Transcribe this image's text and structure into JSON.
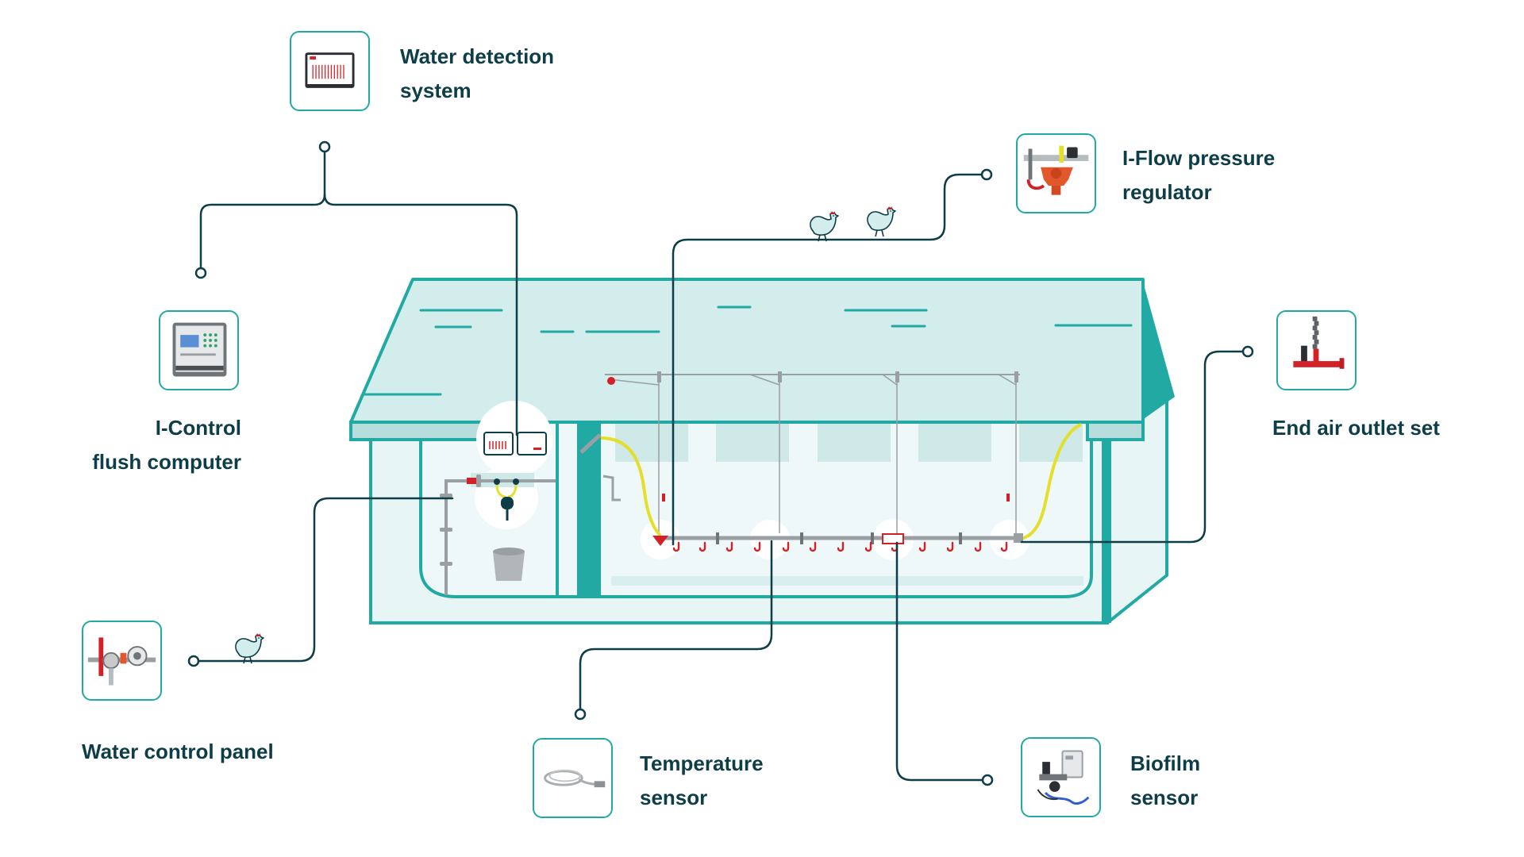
{
  "colors": {
    "teal": "#21a9a3",
    "teal_light": "#d3ecec",
    "teal_fill": "#e8f5f5",
    "navy": "#0d3d47",
    "pipe_yellow": "#e3df2a",
    "pipe_red": "#d42027",
    "pipe_grey": "#9a9fa3"
  },
  "components": [
    {
      "id": "water-detection",
      "icon": "water-detection-screen-icon",
      "lines": [
        "Water detection",
        "system"
      ]
    },
    {
      "id": "i-flow",
      "icon": "pressure-regulator-icon",
      "lines": [
        "I-Flow pressure",
        "regulator"
      ]
    },
    {
      "id": "i-control",
      "icon": "control-computer-icon",
      "lines": [
        "I-Control",
        "flush computer"
      ]
    },
    {
      "id": "end-air",
      "icon": "air-outlet-icon",
      "lines": [
        "End air outlet set"
      ]
    },
    {
      "id": "water-panel",
      "icon": "water-control-panel-icon",
      "lines": [
        "Water control panel"
      ]
    },
    {
      "id": "temperature",
      "icon": "temperature-sensor-icon",
      "lines": [
        "Temperature",
        "sensor"
      ]
    },
    {
      "id": "biofilm",
      "icon": "biofilm-sensor-icon",
      "lines": [
        "Biofilm",
        "sensor"
      ]
    }
  ]
}
